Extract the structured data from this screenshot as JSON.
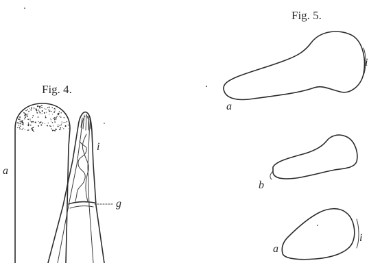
{
  "figures": {
    "fig4": {
      "caption": "Fig. 4.",
      "labels": {
        "a": "a",
        "i": "i",
        "g": "g"
      }
    },
    "fig5": {
      "caption": "Fig. 5.",
      "labels": {
        "top_a": "a",
        "top_i": "i",
        "middle_b": "b",
        "bottom_a": "a",
        "bottom_i": "i"
      }
    }
  },
  "colors": {
    "ink": "#2b2b2b",
    "paper": "#ffffff"
  }
}
